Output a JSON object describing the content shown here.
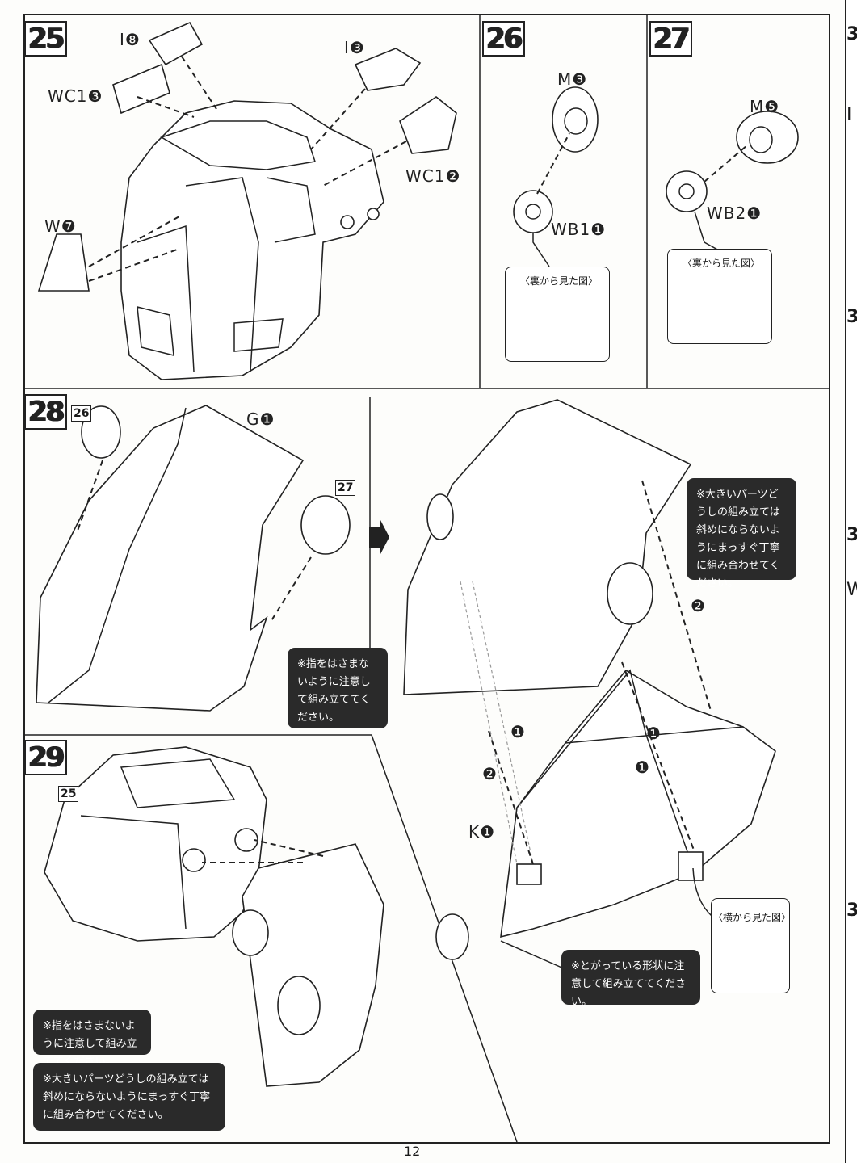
{
  "steps": {
    "s25": {
      "num": "25",
      "labels": [
        "I❽",
        "I❸",
        "WC1❸",
        "WC1❷",
        "W❼"
      ]
    },
    "s26": {
      "num": "26",
      "labels": [
        "M❸",
        "WB1❶"
      ],
      "inset": "〈裏から見た図〉"
    },
    "s27": {
      "num": "27",
      "labels": [
        "M❺",
        "WB2❶"
      ],
      "inset": "〈裏から見た図〉"
    },
    "s28": {
      "num": "28",
      "refs": [
        "26",
        "27"
      ],
      "labels": [
        "G❶",
        "K❶",
        "❶",
        "❷",
        "❶",
        "❷",
        "❶"
      ],
      "notes": [
        "※指をはさまないように注意して組み立ててください。",
        "※大きいパーツどうしの組み立ては斜めにならないようにまっすぐ丁寧に組み合わせてください。",
        "※とがっている形状に注意して組み立ててください。"
      ],
      "inset": "〈横から見た図〉"
    },
    "s29": {
      "num": "29",
      "refs": [
        "25"
      ],
      "notes": [
        "※指をはさまないように注意して組み立ててください。",
        "※大きいパーツどうしの組み立ては斜めにならないようにまっすぐ丁寧に組み合わせてください。"
      ]
    }
  },
  "page_number": "12",
  "strip_nums": [
    "3",
    "3",
    "3",
    "3"
  ],
  "strip_letters": [
    "I",
    "W"
  ]
}
